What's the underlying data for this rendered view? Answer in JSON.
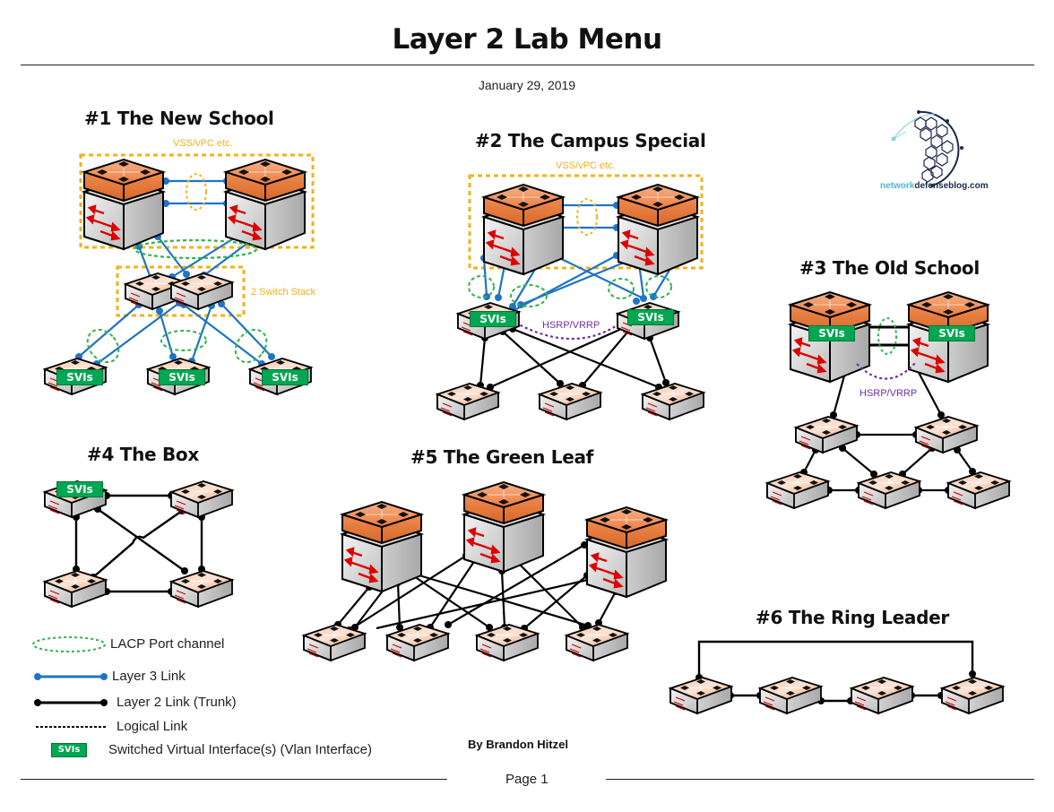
{
  "header": {
    "title": "Layer 2 Lab Menu",
    "date": "January 29, 2019"
  },
  "logo": {
    "text_part1": "network",
    "text_part2": "defenseblog.com",
    "icon": "hexagon-globe-icon"
  },
  "colors": {
    "layer3_link": "#1f74c4",
    "layer2_link": "#000000",
    "lacp": "#2eb34a",
    "vss_box": "#f2b21a",
    "hsrp": "#7030a0",
    "svi_badge": "#00a651",
    "switch_top": "#f08a4b"
  },
  "sections": [
    {
      "id": "1",
      "title": "#1 The New School",
      "notes": [
        "VSS/vPC etc.",
        "2 Switch Stack"
      ]
    },
    {
      "id": "2",
      "title": "#2 The Campus Special",
      "notes": [
        "VSS/vPC etc.",
        "HSRP/VRRP"
      ]
    },
    {
      "id": "3",
      "title": "#3 The Old School",
      "notes": [
        "HSRP/VRRP"
      ]
    },
    {
      "id": "4",
      "title": "#4 The Box",
      "notes": []
    },
    {
      "id": "5",
      "title": "#5 The Green Leaf",
      "notes": []
    },
    {
      "id": "6",
      "title": "#6 The Ring Leader",
      "notes": []
    }
  ],
  "svi_label": "SVIs",
  "legend": [
    {
      "symbol": "lacp-ellipse-icon",
      "label": "LACP Port channel"
    },
    {
      "symbol": "layer3-link-icon",
      "label": "Layer 3 Link"
    },
    {
      "symbol": "layer2-link-icon",
      "label": "Layer 2 Link (Trunk)"
    },
    {
      "symbol": "logical-link-icon",
      "label": "Logical Link"
    },
    {
      "symbol": "svi-badge-icon",
      "label": "Switched Virtual Interface(s) (Vlan Interface)"
    }
  ],
  "footer": {
    "byline": "By Brandon Hitzel",
    "page": "Page 1"
  }
}
